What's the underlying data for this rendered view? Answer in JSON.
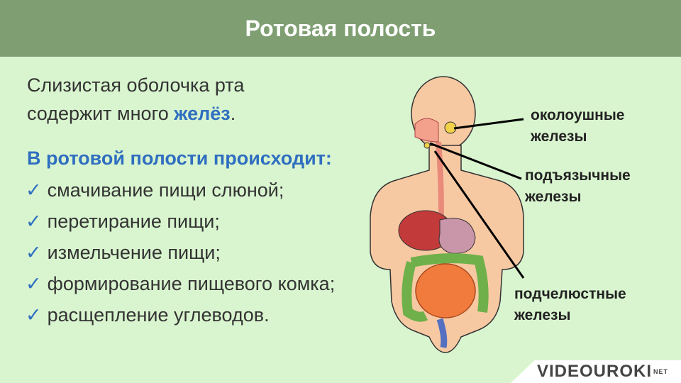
{
  "header": {
    "title": "Ротовая полость"
  },
  "intro": {
    "line1": "Слизистая оболочка рта",
    "line2_start": "содержит много ",
    "line2_highlight": "желёз",
    "line2_end": "."
  },
  "subheading": "В ротовой полости происходит:",
  "items": [
    "смачивание пищи слюной;",
    "перетирание пищи;",
    "измельчение пищи;",
    "формирование пищевого комка;",
    "расщепление углеводов."
  ],
  "check_symbol": "✓",
  "labels": {
    "parotid": "околоушные железы",
    "sublingual": "подъязычные железы",
    "submandibular": "подчелюстные железы"
  },
  "logo": {
    "text": "VIDEOUROKI",
    "suffix": "NET"
  },
  "colors": {
    "header_bg": "#7f9f73",
    "page_bg": "#d9f5cf",
    "accent": "#2f6fc0"
  }
}
